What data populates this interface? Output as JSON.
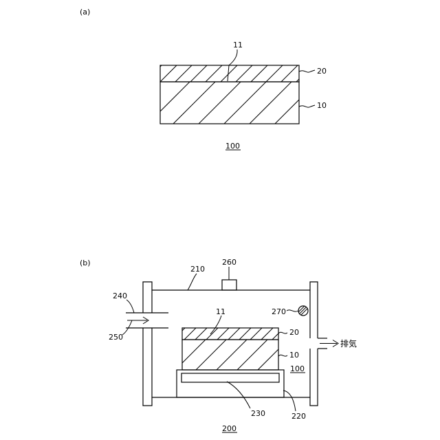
{
  "panel_a": {
    "tag": "(a)",
    "label_11": "11",
    "label_20": "20",
    "label_10": "10",
    "label_100": "100"
  },
  "panel_b": {
    "tag": "(b)",
    "label_210": "210",
    "label_260": "260",
    "label_240": "240",
    "label_250": "250",
    "label_270": "270",
    "label_11": "11",
    "label_20": "20",
    "label_10": "10",
    "label_100": "100",
    "label_230": "230",
    "label_220": "220",
    "label_200": "200",
    "exhaust": "排気"
  }
}
